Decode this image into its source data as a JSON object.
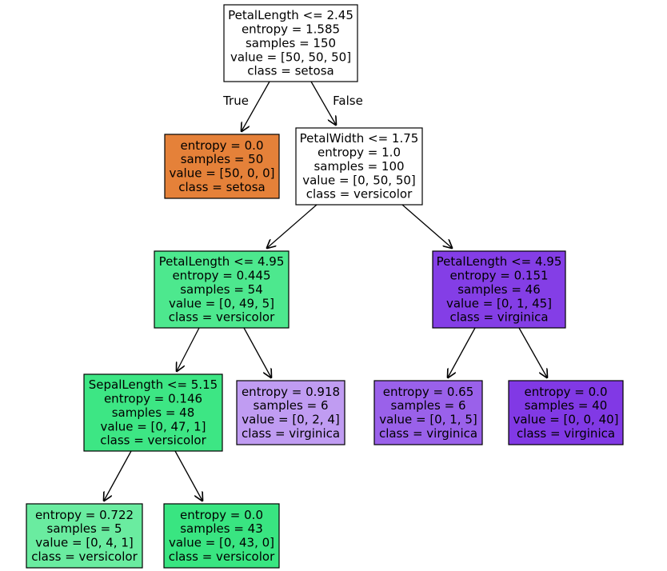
{
  "nodes": [
    {
      "id": "n0",
      "fill": "#ffffff",
      "lines": [
        "PetalLength <= 2.45",
        "entropy = 1.585",
        "samples = 150",
        "value = [50, 50, 50]",
        "class = setosa"
      ]
    },
    {
      "id": "n1",
      "fill": "#e58139",
      "lines": [
        "entropy = 0.0",
        "samples = 50",
        "value = [50, 0, 0]",
        "class = setosa"
      ]
    },
    {
      "id": "n2",
      "fill": "#ffffff",
      "lines": [
        "PetalWidth <= 1.75",
        "entropy = 1.0",
        "samples = 100",
        "value = [0, 50, 50]",
        "class = versicolor"
      ]
    },
    {
      "id": "n3",
      "fill": "#4de88e",
      "lines": [
        "PetalLength <= 4.95",
        "entropy = 0.445",
        "samples = 54",
        "value = [0, 49, 5]",
        "class = versicolor"
      ]
    },
    {
      "id": "n4",
      "fill": "#843ee6",
      "lines": [
        "PetalLength <= 4.95",
        "entropy = 0.151",
        "samples = 46",
        "value = [0, 1, 45]",
        "class = virginica"
      ]
    },
    {
      "id": "n5",
      "fill": "#3de684",
      "lines": [
        "SepalLength <= 5.15",
        "entropy = 0.146",
        "samples = 48",
        "value = [0, 47, 1]",
        "class = versicolor"
      ]
    },
    {
      "id": "n6",
      "fill": "#c09cf2",
      "lines": [
        "entropy = 0.918",
        "samples = 6",
        "value = [0, 2, 4]",
        "class = virginica"
      ]
    },
    {
      "id": "n7",
      "fill": "#9a61ea",
      "lines": [
        "entropy = 0.65",
        "samples = 6",
        "value = [0, 1, 5]",
        "class = virginica"
      ]
    },
    {
      "id": "n8",
      "fill": "#8139e5",
      "lines": [
        "entropy = 0.0",
        "samples = 40",
        "value = [0, 0, 40]",
        "class = virginica"
      ]
    },
    {
      "id": "n9",
      "fill": "#6aeca0",
      "lines": [
        "entropy = 0.722",
        "samples = 5",
        "value = [0, 4, 1]",
        "class = versicolor"
      ]
    },
    {
      "id": "n10",
      "fill": "#39e581",
      "lines": [
        "entropy = 0.0",
        "samples = 43",
        "value = [0, 43, 0]",
        "class = versicolor"
      ]
    }
  ],
  "edges": [
    {
      "from": "n0",
      "to": "n1",
      "label": "True"
    },
    {
      "from": "n0",
      "to": "n2",
      "label": "False"
    },
    {
      "from": "n2",
      "to": "n3"
    },
    {
      "from": "n2",
      "to": "n4"
    },
    {
      "from": "n3",
      "to": "n5"
    },
    {
      "from": "n3",
      "to": "n6"
    },
    {
      "from": "n4",
      "to": "n7"
    },
    {
      "from": "n4",
      "to": "n8"
    },
    {
      "from": "n5",
      "to": "n9"
    },
    {
      "from": "n5",
      "to": "n10"
    }
  ]
}
